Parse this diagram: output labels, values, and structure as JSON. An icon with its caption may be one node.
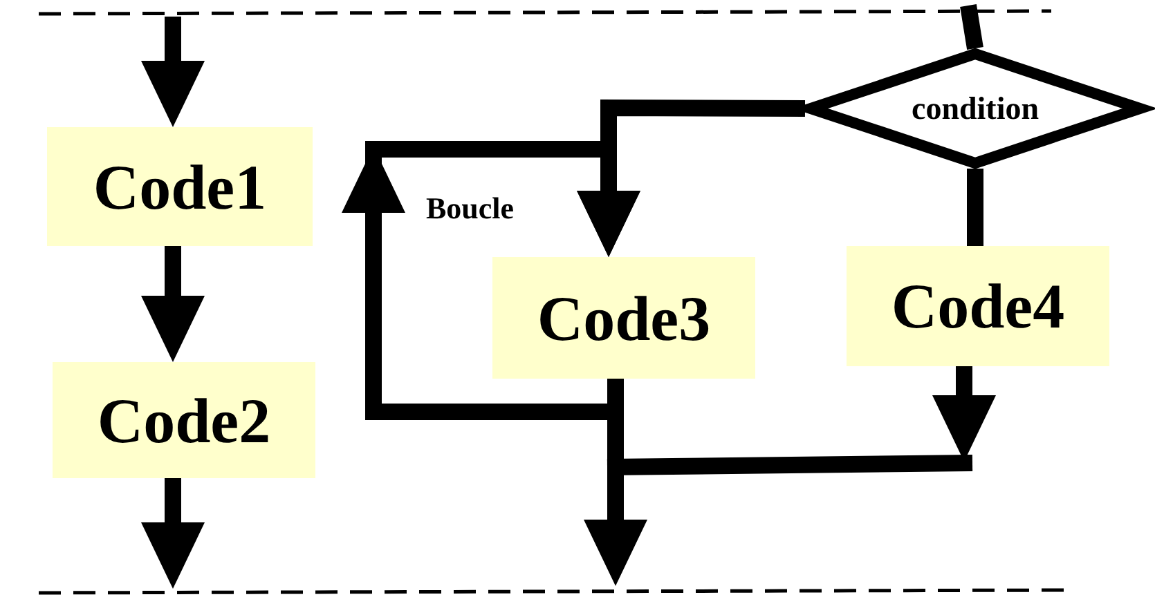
{
  "diagram": {
    "nodes": [
      {
        "text": [
          "Code1"
        ]
      },
      {
        "text": [
          "Code2"
        ]
      },
      {
        "text": [
          "condition"
        ]
      },
      {
        "text": [
          "Code3"
        ]
      },
      {
        "text": [
          "Code4"
        ]
      }
    ],
    "edges": [
      {
        "from": null,
        "to": 0,
        "arrow": "to"
      },
      {
        "from": 0,
        "to": 1,
        "arrow": "to"
      },
      {
        "from": 1,
        "to": null,
        "arrow": "to"
      },
      {
        "from": null,
        "to": 2,
        "arrow": "none"
      },
      {
        "from": 2,
        "to": 3,
        "arrow": "to"
      },
      {
        "from": 2,
        "to": 4,
        "arrow": "none"
      },
      {
        "from": 3,
        "to": 3,
        "arrow": "to",
        "label": "Boucle"
      },
      {
        "from": 3,
        "to": null,
        "arrow": "to"
      },
      {
        "from": 4,
        "to": null,
        "arrow": "to"
      }
    ]
  }
}
